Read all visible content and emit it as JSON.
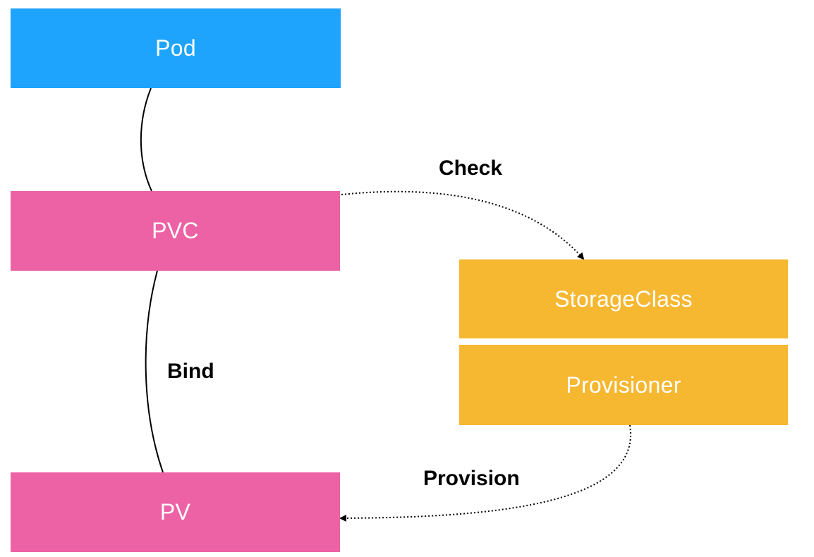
{
  "nodes": {
    "pod": "Pod",
    "pvc": "PVC",
    "pv": "PV",
    "storageclass": "StorageClass",
    "provisioner": "Provisioner"
  },
  "edges": {
    "check": "Check",
    "bind": "Bind",
    "provision": "Provision"
  },
  "colors": {
    "pod": "#1ea4fc",
    "pvc_pv": "#ec62a5",
    "storage": "#f6b731"
  }
}
